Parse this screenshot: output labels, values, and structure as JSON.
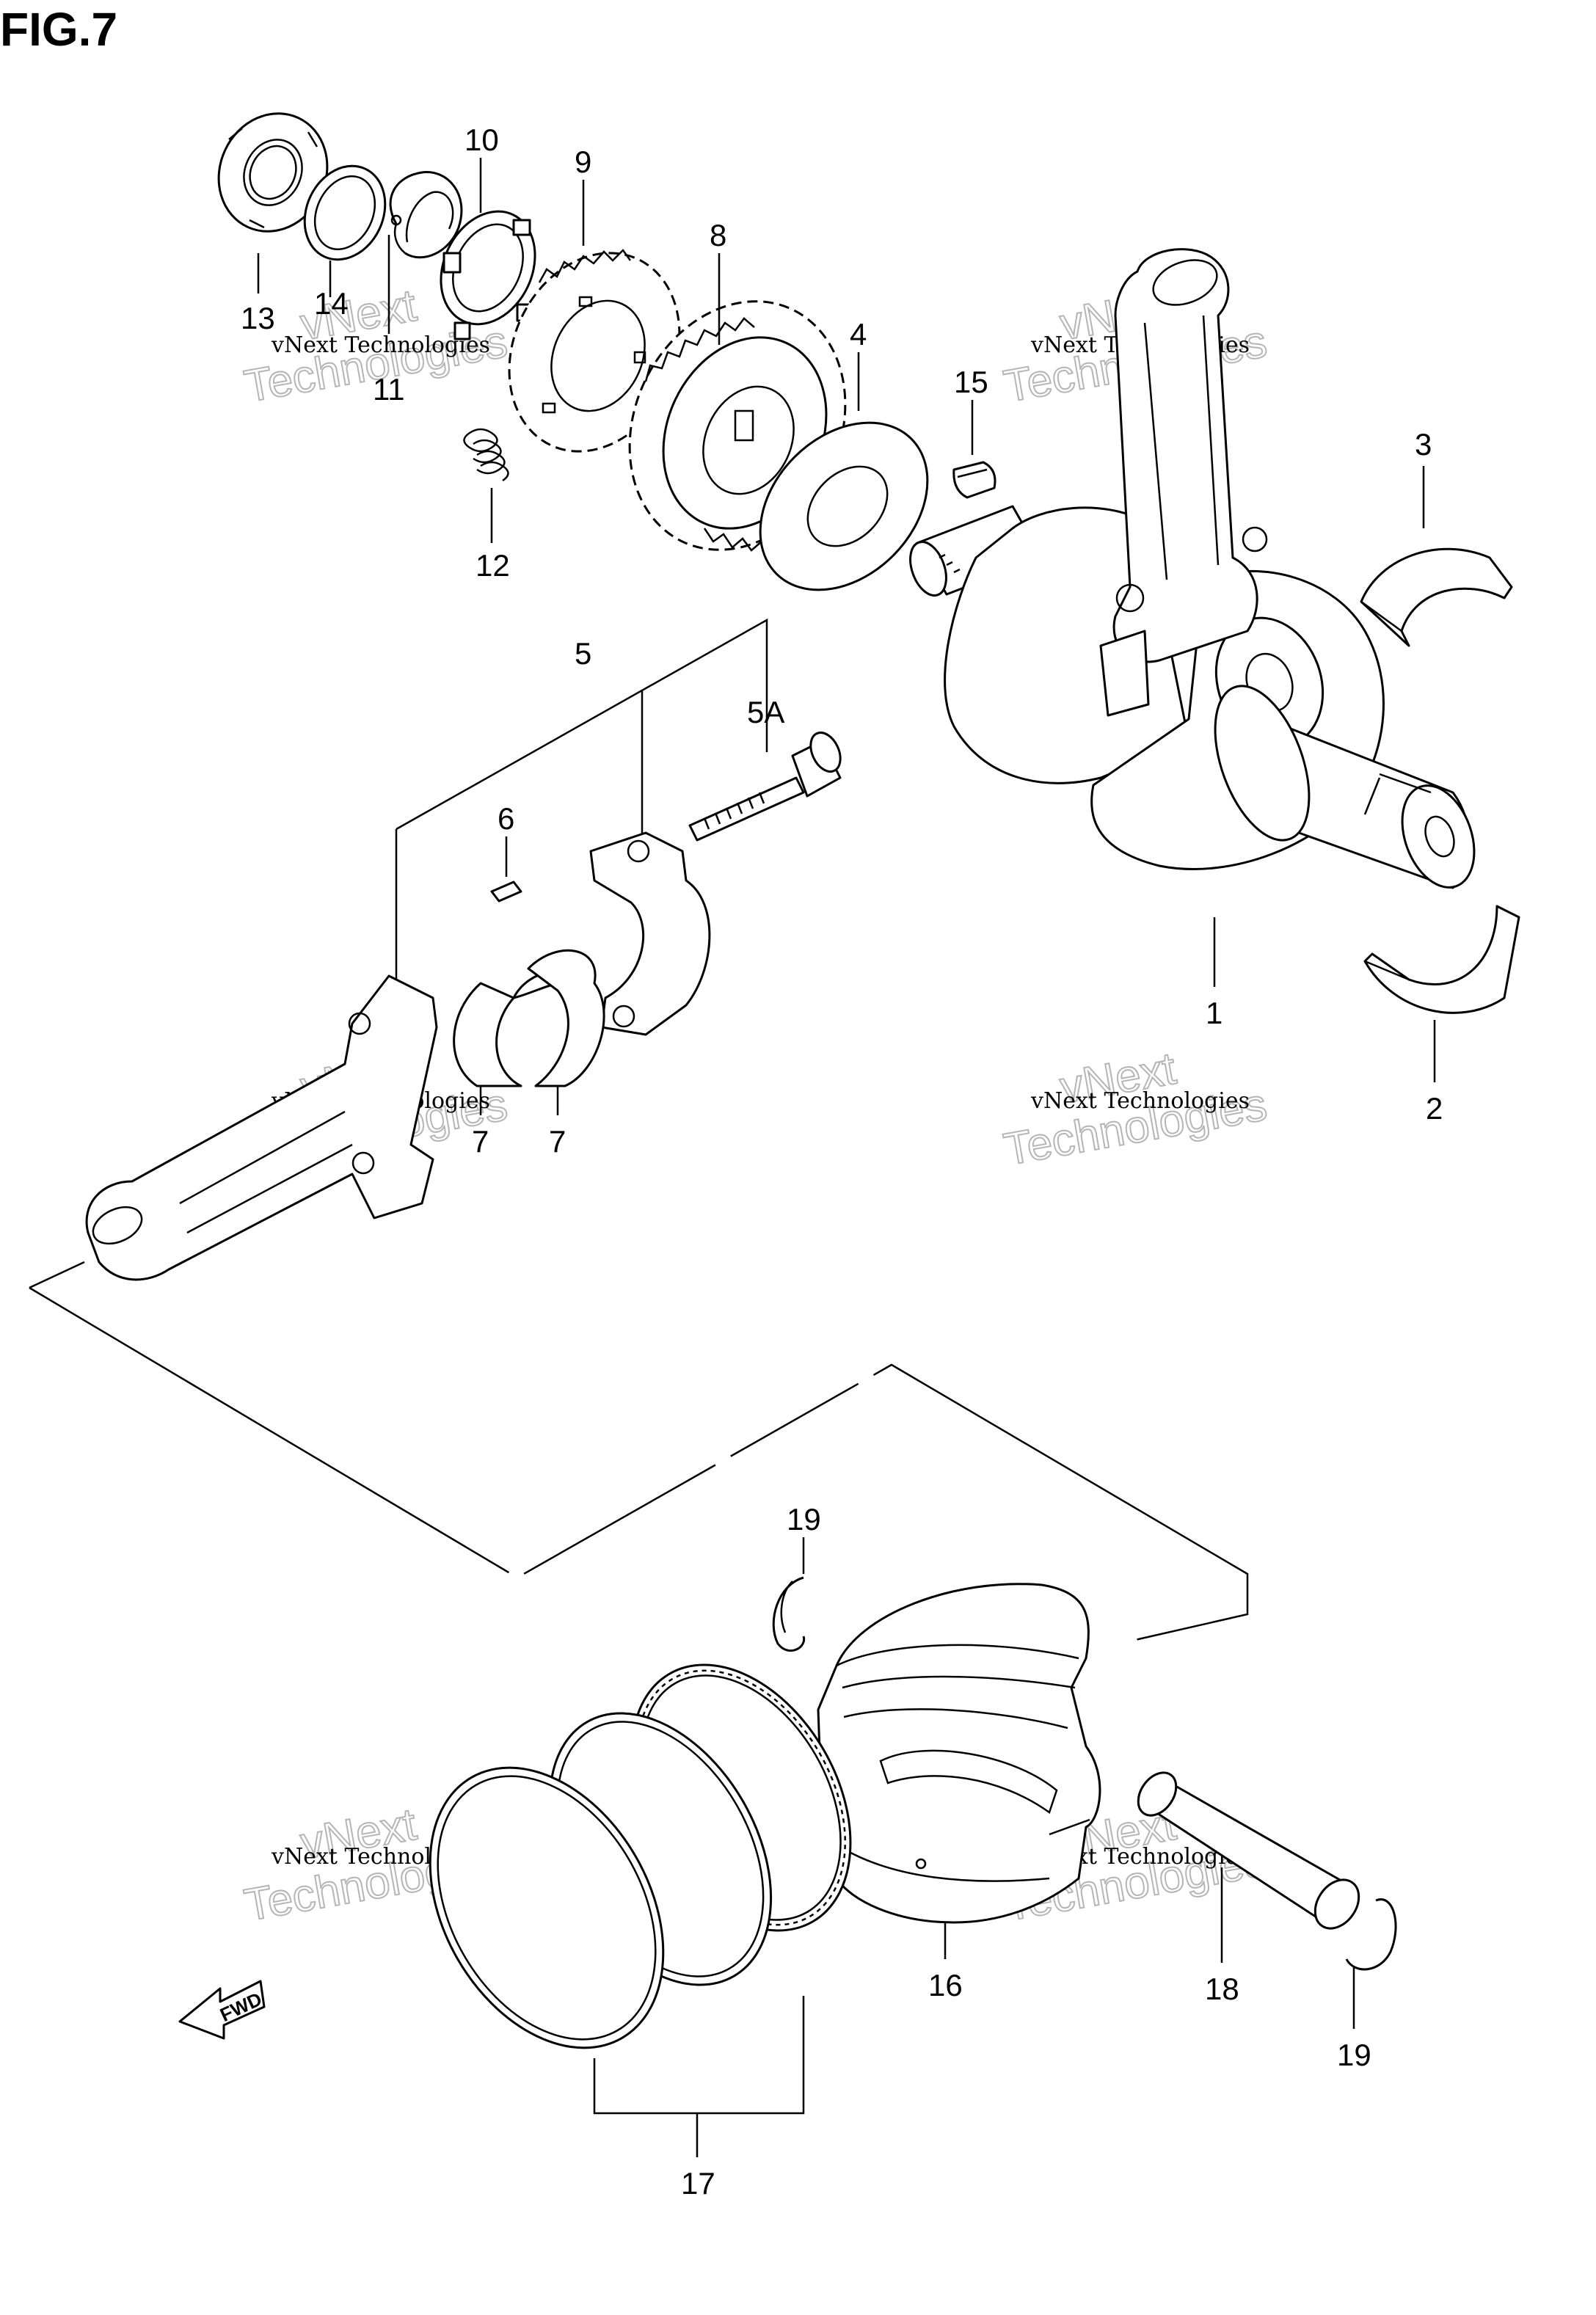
{
  "figure": {
    "title": "FIG.7"
  },
  "callouts": [
    {
      "id": "c13",
      "text": "13"
    },
    {
      "id": "c14",
      "text": "14"
    },
    {
      "id": "c11",
      "text": "11"
    },
    {
      "id": "c10",
      "text": "10"
    },
    {
      "id": "c9",
      "text": "9"
    },
    {
      "id": "c8",
      "text": "8"
    },
    {
      "id": "c4",
      "text": "4"
    },
    {
      "id": "c15",
      "text": "15"
    },
    {
      "id": "c12",
      "text": "12"
    },
    {
      "id": "c3",
      "text": "3"
    },
    {
      "id": "c5",
      "text": "5"
    },
    {
      "id": "c5a",
      "text": "5A"
    },
    {
      "id": "c6",
      "text": "6"
    },
    {
      "id": "c7a",
      "text": "7"
    },
    {
      "id": "c7b",
      "text": "7"
    },
    {
      "id": "c1",
      "text": "1"
    },
    {
      "id": "c2",
      "text": "2"
    },
    {
      "id": "c19a",
      "text": "19"
    },
    {
      "id": "c16",
      "text": "16"
    },
    {
      "id": "c18",
      "text": "18"
    },
    {
      "id": "c19b",
      "text": "19"
    },
    {
      "id": "c17",
      "text": "17"
    }
  ],
  "watermarks": [
    {
      "small": "vNext Technologies",
      "big": "Technologies",
      "brand": "vNext"
    },
    {
      "small": "vNext Technologies",
      "big": "Technologies",
      "brand": "vNext"
    },
    {
      "small": "vNext Technologies",
      "big": "Technologies",
      "brand": "vNext"
    },
    {
      "small": "vNext Technologies",
      "big": "Technologies",
      "brand": "vNext"
    },
    {
      "small": "vNext Technologies",
      "big": "Technologies",
      "brand": "vNext"
    },
    {
      "small": "vNext Technologies",
      "big": "Technologies",
      "brand": "vNext"
    }
  ],
  "direction_marker": {
    "text": "FWD"
  }
}
